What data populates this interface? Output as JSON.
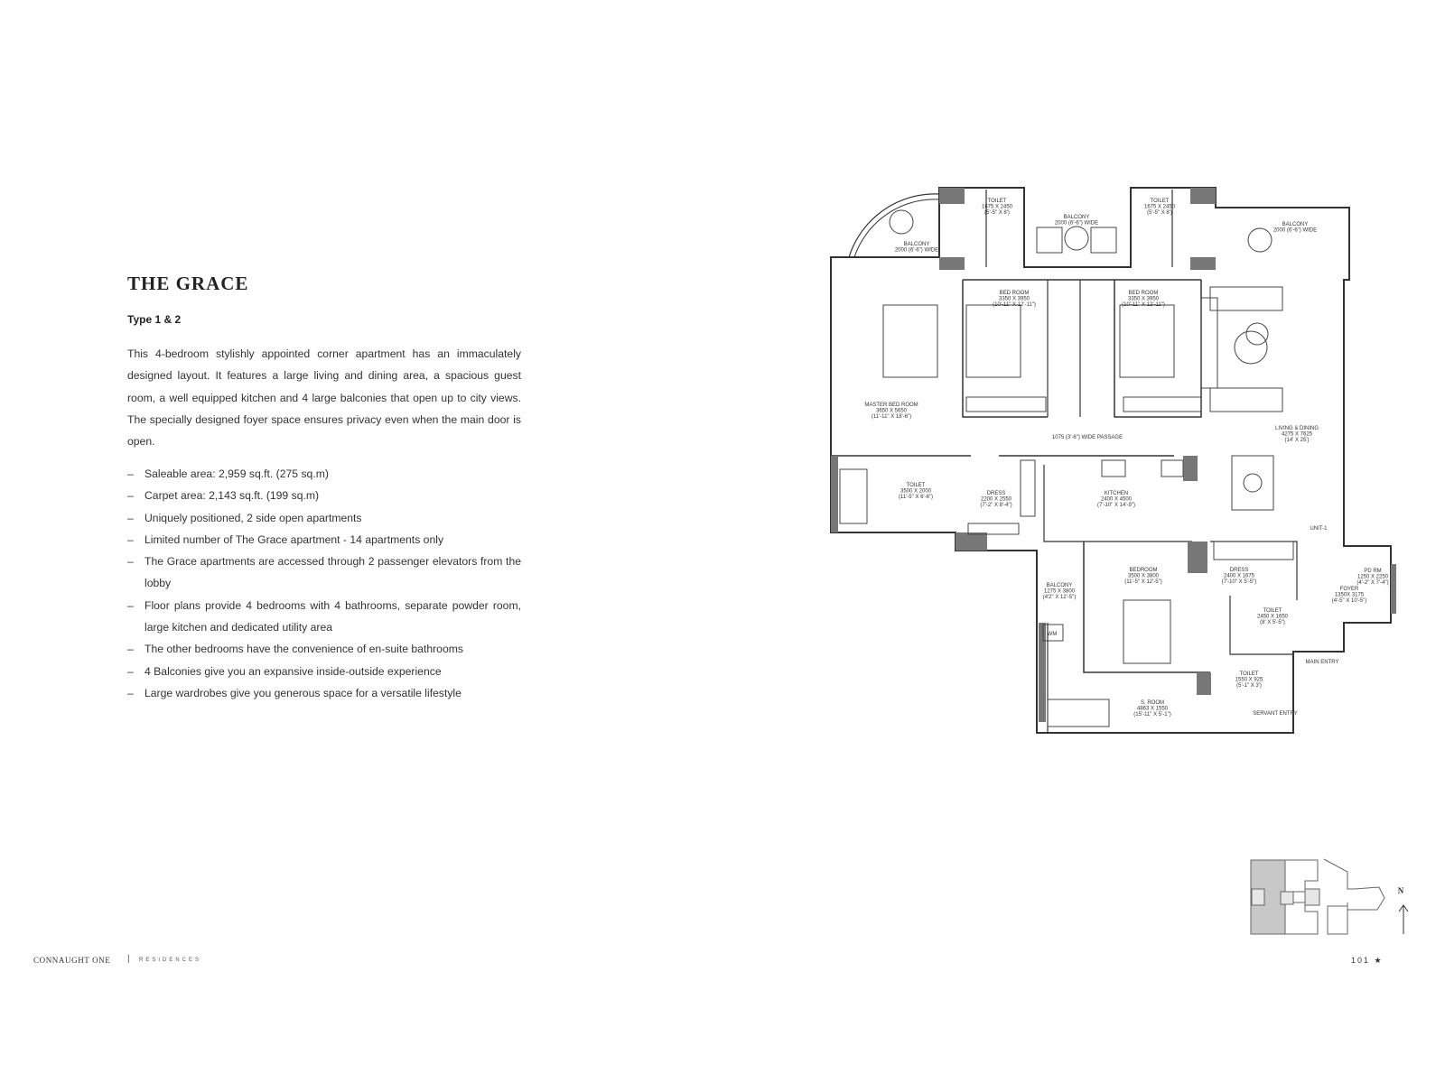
{
  "header": {
    "title": "THE GRACE",
    "subtitle": "Type 1 & 2"
  },
  "description": "This 4-bedroom stylishly appointed corner apartment has an immaculately designed layout. It features a large living and dining area, a spacious guest room, a well equipped kitchen and 4 large balconies that open up to city views. The specially designed foyer space ensures privacy even when the main door is open.",
  "features": [
    "Saleable area: 2,959 sq.ft. (275 sq.m)",
    "Carpet area: 2,143 sq.ft. (199 sq.m)",
    "Uniquely positioned, 2 side open apartments",
    "Limited number of The Grace apartment - 14 apartments only",
    "The Grace apartments are accessed through 2 passenger elevators from the lobby",
    "Floor plans provide 4 bedrooms with 4 bathrooms, separate powder room, large kitchen and dedicated utility area",
    "The other bedrooms have the convenience of en-suite bathrooms",
    "4 Balconies give you an expansive inside-outside experience",
    "Large wardrobes give you generous space for a versatile lifestyle"
  ],
  "floor_plan": {
    "rooms": [
      {
        "name": "TOILET",
        "size": "1675 X 2450",
        "imperial": "(5'-5\" X 8')"
      },
      {
        "name": "BALCONY",
        "size": "2000 (6'-6\") WIDE",
        "imperial": ""
      },
      {
        "name": "TOILET",
        "size": "1675 X 2450",
        "imperial": "(5'-5\" X 8')"
      },
      {
        "name": "BALCONY",
        "size": "2000 (6'-6\") WIDE",
        "imperial": ""
      },
      {
        "name": "BALCONY",
        "size": "2000 (6'-6\") WIDE",
        "imperial": ""
      },
      {
        "name": "BED ROOM",
        "size": "3350 X 3950",
        "imperial": "(10'-11\" X 12'-11\")"
      },
      {
        "name": "BED ROOM",
        "size": "3350 X 3950",
        "imperial": "(10'-11\" X 12'-11\")"
      },
      {
        "name": "MASTER BED ROOM",
        "size": "3650 X 5650",
        "imperial": "(11'-11\" X 18'-6\")"
      },
      {
        "name": "LIVING & DINING",
        "size": "4275 X 7625",
        "imperial": "(14' X 25')"
      },
      {
        "name": "1075 (3'-6\") WIDE PASSAGE",
        "size": "",
        "imperial": ""
      },
      {
        "name": "TOILET",
        "size": "3500 X 2000",
        "imperial": "(11'-5\" X 6'-6\")"
      },
      {
        "name": "DRESS",
        "size": "2200 X 2550",
        "imperial": "(7'-2\" X 8'-4\")"
      },
      {
        "name": "KITCHEN",
        "size": "2400 X 4500",
        "imperial": "(7'-10\" X 14'-9\")"
      },
      {
        "name": "UNIT-1",
        "size": "",
        "imperial": ""
      },
      {
        "name": "BALCONY",
        "size": "1275 X 3800",
        "imperial": "(4'2\" X 12'-5\")"
      },
      {
        "name": "BEDROOM",
        "size": "3500 X 3800",
        "imperial": "(11'-5\" X 12'-5\")"
      },
      {
        "name": "DRESS",
        "size": "2400 X 1675",
        "imperial": "(7'-10\" X 5'-5\")"
      },
      {
        "name": "FOYER",
        "size": "1350X 3175",
        "imperial": "(4'-5\" X 10'-5\")"
      },
      {
        "name": "PD RM",
        "size": "1250 X 2250",
        "imperial": "(4'-2\" X 7'-4\")"
      },
      {
        "name": "TOILET",
        "size": "2450 X 1650",
        "imperial": "(8' X 5'-5\")"
      },
      {
        "name": "WM",
        "size": "",
        "imperial": ""
      },
      {
        "name": "MAIN ENTRY",
        "size": "",
        "imperial": ""
      },
      {
        "name": "TOILET",
        "size": "1550 X 925",
        "imperial": "(5'-1\" X 3')"
      },
      {
        "name": "S. ROOM",
        "size": "4863 X 1550",
        "imperial": "(15'-11\" X 5'-1\")"
      },
      {
        "name": "SERVANT ENTRY",
        "size": "",
        "imperial": ""
      }
    ]
  },
  "key_plan": {
    "north_label": "N",
    "highlight_color": "#c8c8c8"
  },
  "footer": {
    "brand": "CONNAUGHT ONE",
    "separator": "|",
    "sub": "RESIDENCES",
    "page_number": "101 ★"
  }
}
